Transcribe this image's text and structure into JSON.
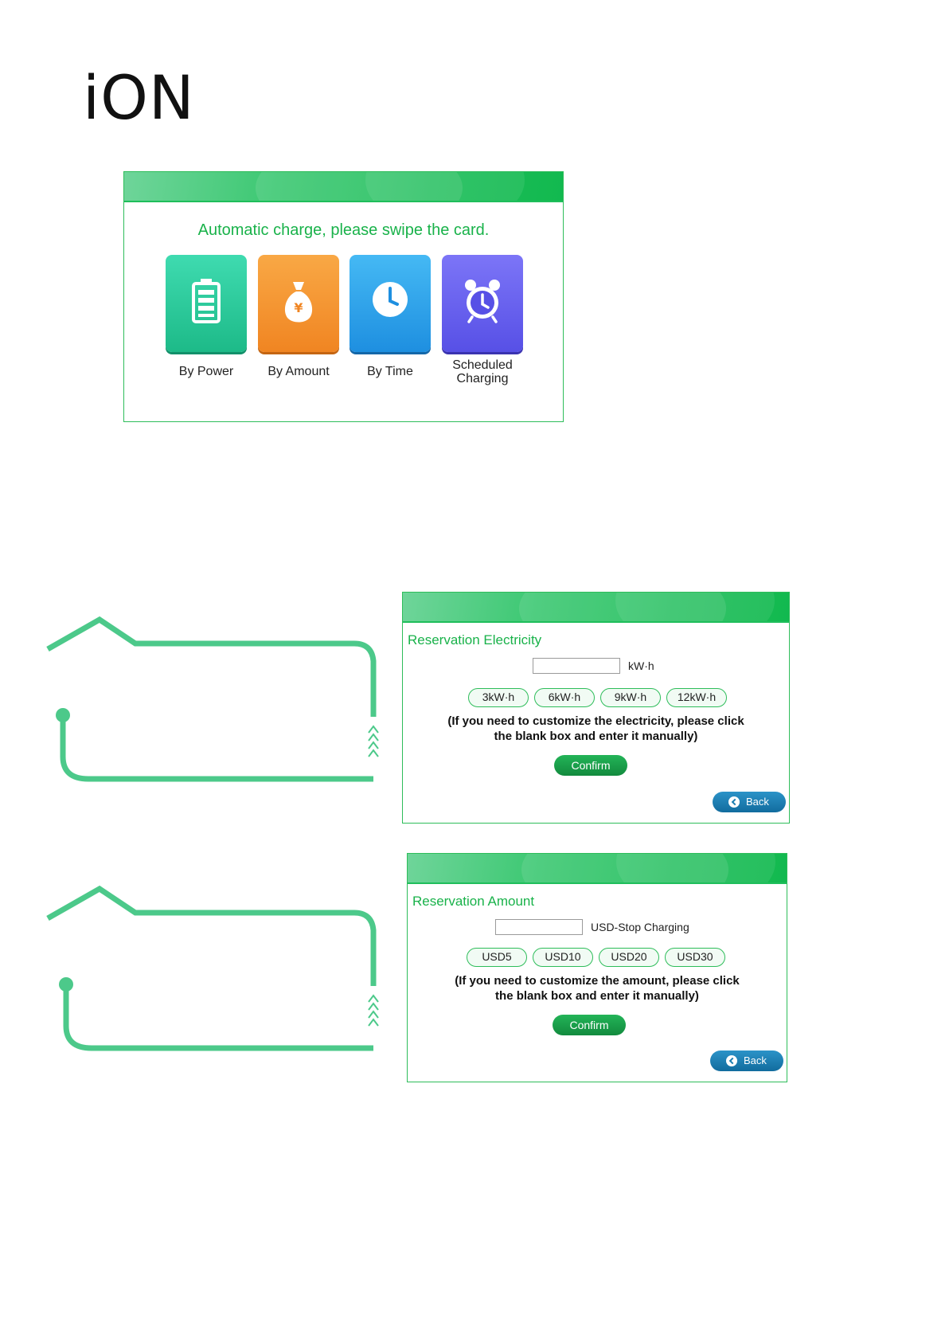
{
  "brand": {
    "logo_text": "iON"
  },
  "screen_mode_select": {
    "prompt": "Automatic charge, please swipe the card.",
    "tiles": [
      {
        "label": "By Power",
        "icon": "battery-icon",
        "color": "#2ecf9e"
      },
      {
        "label": "By Amount",
        "icon": "money-bag-icon",
        "color": "#f7962e"
      },
      {
        "label": "By Time",
        "icon": "clock-icon",
        "color": "#2aa4ea"
      },
      {
        "label_line1": "Scheduled",
        "label_line2": "Charging",
        "icon": "alarm-clock-icon",
        "color": "#6b63f0"
      }
    ]
  },
  "screen_electricity": {
    "title": "Reservation Electricity",
    "input_value": "",
    "unit": "kW·h",
    "presets": [
      "3kW·h",
      "6kW·h",
      "9kW·h",
      "12kW·h"
    ],
    "hint_line1": "(If you need to customize the electricity, please click",
    "hint_line2": "the blank box and enter it manually)",
    "confirm_label": "Confirm",
    "back_label": "Back"
  },
  "screen_amount": {
    "title": "Reservation Amount",
    "input_value": "",
    "unit": "USD-Stop Charging",
    "presets": [
      "USD5",
      "USD10",
      "USD20",
      "USD30"
    ],
    "hint_line1": "(If you need to customize the amount, please click",
    "hint_line2": "the blank box and enter it manually)",
    "confirm_label": "Confirm",
    "back_label": "Back"
  },
  "colors": {
    "brand_green": "#19b24a",
    "border_green": "#2ebd5a",
    "back_blue": "#1a7db0",
    "decor_green": "#4cc98a"
  }
}
